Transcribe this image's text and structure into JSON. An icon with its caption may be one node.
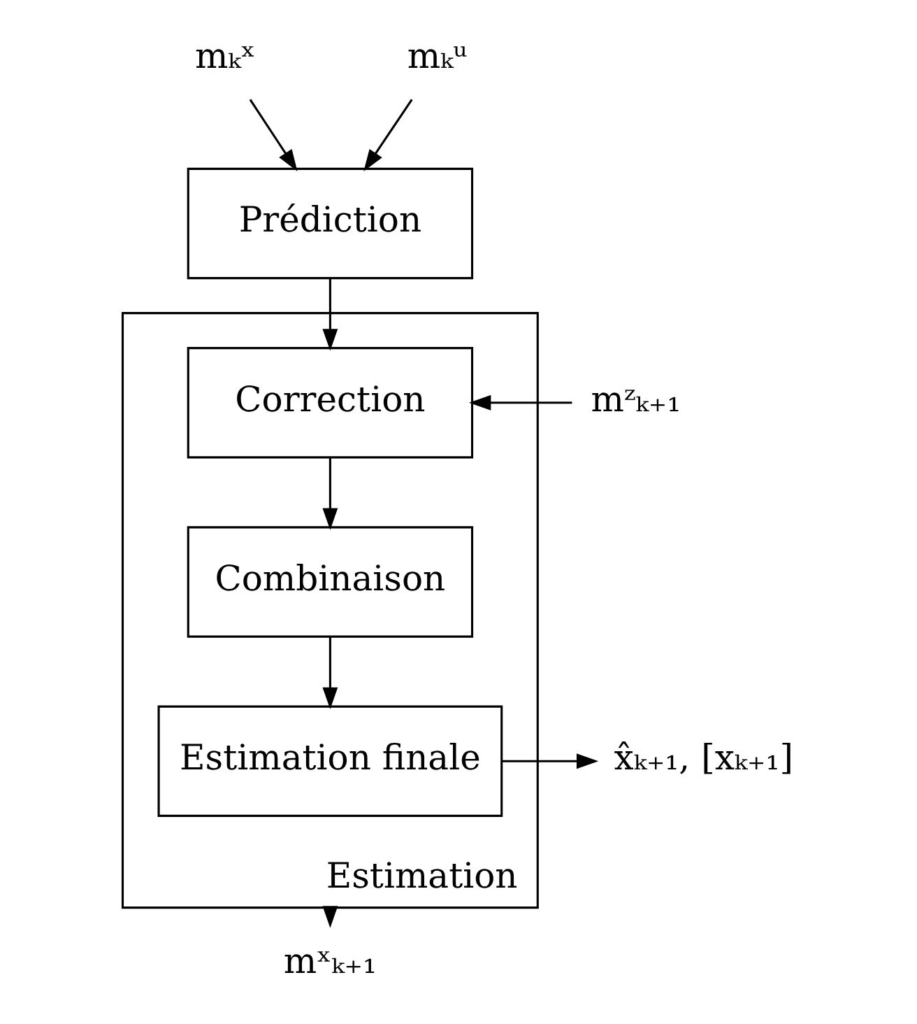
{
  "diagram": {
    "nodes": [
      {
        "text": [
          "mₖˣ"
        ]
      },
      {
        "text": [
          "mₖᵘ"
        ]
      },
      {
        "text": [
          "Prédiction"
        ]
      },
      {
        "text": [
          "Estimation"
        ]
      },
      {
        "text": [
          "Correction"
        ],
        "in": 3
      },
      {
        "text": [
          "Combinaison"
        ],
        "in": 3
      },
      {
        "text": [
          "Estimation finale"
        ],
        "in": 3
      },
      {
        "text": [
          "mᶻₖ₊₁"
        ]
      },
      {
        "text": [
          "x̂ₖ₊₁, [xₖ₊₁]"
        ]
      },
      {
        "text": [
          "mˣₖ₊₁"
        ]
      }
    ],
    "edges": [
      {
        "from": 0,
        "to": 2,
        "arrow": "to"
      },
      {
        "from": 1,
        "to": 2,
        "arrow": "to"
      },
      {
        "from": 2,
        "to": 4,
        "arrow": "to"
      },
      {
        "from": 7,
        "to": 4,
        "arrow": "to"
      },
      {
        "from": 4,
        "to": 5,
        "arrow": "to"
      },
      {
        "from": 5,
        "to": 6,
        "arrow": "to"
      },
      {
        "from": 6,
        "to": 8,
        "arrow": "to"
      },
      {
        "from": 3,
        "to": 9,
        "arrow": "to"
      }
    ]
  }
}
